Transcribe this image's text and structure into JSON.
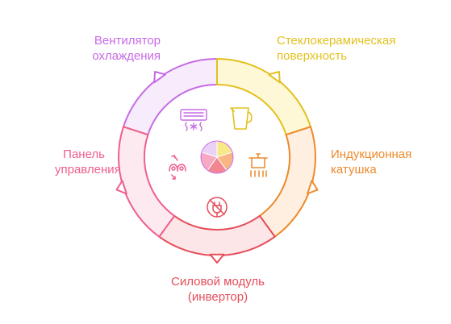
{
  "colors": {
    "fan": "#c76ae6",
    "glass": "#e3c01e",
    "coil": "#ec8a2c",
    "power": "#e54d5a",
    "panel": "#ee5f8b"
  },
  "segments": [
    {
      "id": "fan",
      "label_lines": [
        "Вентилятор",
        "охлаждения"
      ],
      "icon": "air-conditioner-icon"
    },
    {
      "id": "glass",
      "label_lines": [
        "Стеклокерамическая",
        "поверхность"
      ],
      "icon": "glass-jug-icon"
    },
    {
      "id": "coil",
      "label_lines": [
        "Индукционная",
        "катушка"
      ],
      "icon": "cooking-pot-heat-icon"
    },
    {
      "id": "power",
      "label_lines": [
        "Силовой модуль",
        "(инвертор)"
      ],
      "icon": "no-power-plug-icon"
    },
    {
      "id": "panel",
      "label_lines": [
        "Панель",
        "управления"
      ],
      "icon": "hand-controls-icon"
    }
  ]
}
